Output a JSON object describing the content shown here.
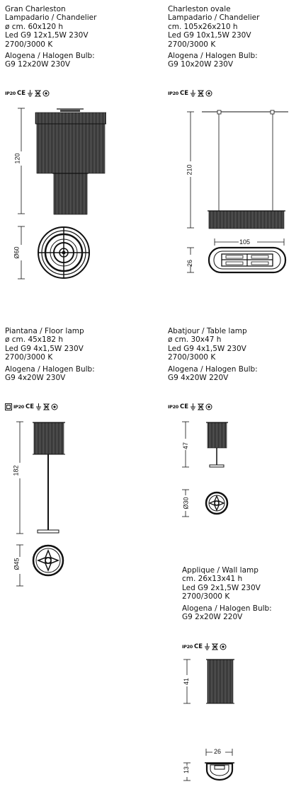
{
  "products": [
    {
      "lines": [
        "Gran Charleston",
        "Lampadario / Chandelier",
        "ø cm. 60x120 h",
        "Led G9 12x1,5W 230V",
        "2700/3000 K"
      ],
      "bulb_lines": [
        "Alogena / Halogen Bulb:",
        "G9 12x20W 230V"
      ],
      "cert": {
        "ip": "IP20",
        "ce": "CE"
      },
      "dims": {
        "height": "120",
        "diameter": "Ø60"
      }
    },
    {
      "lines": [
        "Charleston ovale",
        "Lampadario / Chandelier",
        "cm. 105x26x210 h",
        "Led G9 10x1,5W 230V",
        "2700/3000 K"
      ],
      "bulb_lines": [
        "Alogena / Halogen Bulb:",
        "G9 10x20W 230V"
      ],
      "cert": {
        "ip": "IP20",
        "ce": "CE"
      },
      "dims": {
        "height": "210",
        "length": "105",
        "depth": "26"
      }
    },
    {
      "lines": [
        "Piantana / Floor lamp",
        "ø cm. 45x182 h",
        "Led G9 4x1,5W 230V",
        "2700/3000 K"
      ],
      "bulb_lines": [
        "Alogena / Halogen Bulb:",
        "G9 4x20W 230V"
      ],
      "cert": {
        "ip": "IP20",
        "ce": "CE"
      },
      "dims": {
        "height": "182",
        "diameter": "Ø45"
      }
    },
    {
      "lines": [
        "Abatjour / Table lamp",
        "ø cm. 30x47 h",
        "Led G9 4x1,5W 230V",
        "2700/3000 K"
      ],
      "bulb_lines": [
        "Alogena / Halogen Bulb:",
        "G9 4x20W 220V"
      ],
      "cert": {
        "ip": "IP20",
        "ce": "CE"
      },
      "dims": {
        "height": "47",
        "diameter": "Ø30"
      }
    },
    {
      "lines": [
        "Applique / Wall lamp",
        "cm. 26x13x41 h",
        "Led G9 2x1,5W 230V",
        "2700/3000 K"
      ],
      "bulb_lines": [
        "Alogena / Halogen Bulb:",
        "G9 2x20W 220V"
      ],
      "cert": {
        "ip": "IP20",
        "ce": "CE"
      },
      "dims": {
        "height": "41",
        "width": "26",
        "depth": "13"
      }
    }
  ]
}
